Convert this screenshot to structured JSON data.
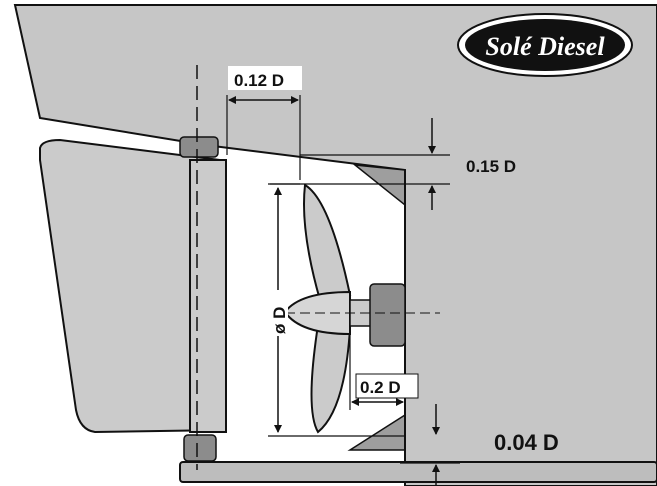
{
  "logo": {
    "text": "Solé Diesel"
  },
  "colors": {
    "hull": "#c6c6c6",
    "rudder": "#cbcbcb",
    "white": "#ffffff",
    "ink": "#111111",
    "hardware": "#8c8c8c"
  },
  "labels": {
    "offset_rudder": "0.12 D",
    "clearance_hull": "0.15 D",
    "diameter": "ø D",
    "offset_blade": "0.2 D",
    "clearance_keel": "0.04 D"
  }
}
